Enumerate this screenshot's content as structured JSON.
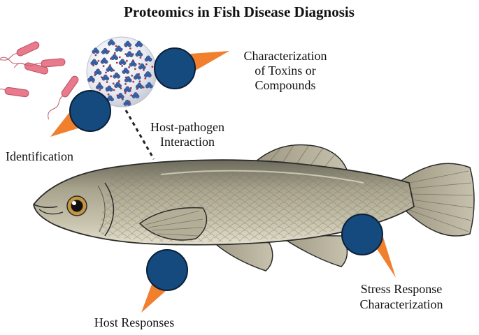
{
  "title": "Proteomics in Fish Disease Diagnosis",
  "labels": {
    "toxins": [
      "Characterization",
      "of Toxins or",
      "Compounds"
    ],
    "interaction": [
      "Host-pathogen",
      "Interaction"
    ],
    "identification": "Identification",
    "host_responses": "Host Responses",
    "stress": [
      "Stress Response",
      "Characterization"
    ]
  },
  "colors": {
    "marker_fill": "#154a7e",
    "marker_outline": "#0a2038",
    "pointer": "#f07f2e",
    "bacteria": "#e87a8c",
    "virus_spike": "#3d63a6",
    "fish_body": "#b0ab95",
    "fin": "#a8a28c",
    "outline": "#2b2b2b"
  },
  "icons": [
    "bacteria-icon",
    "virus-icon",
    "fish-illustration",
    "marker-icon"
  ]
}
